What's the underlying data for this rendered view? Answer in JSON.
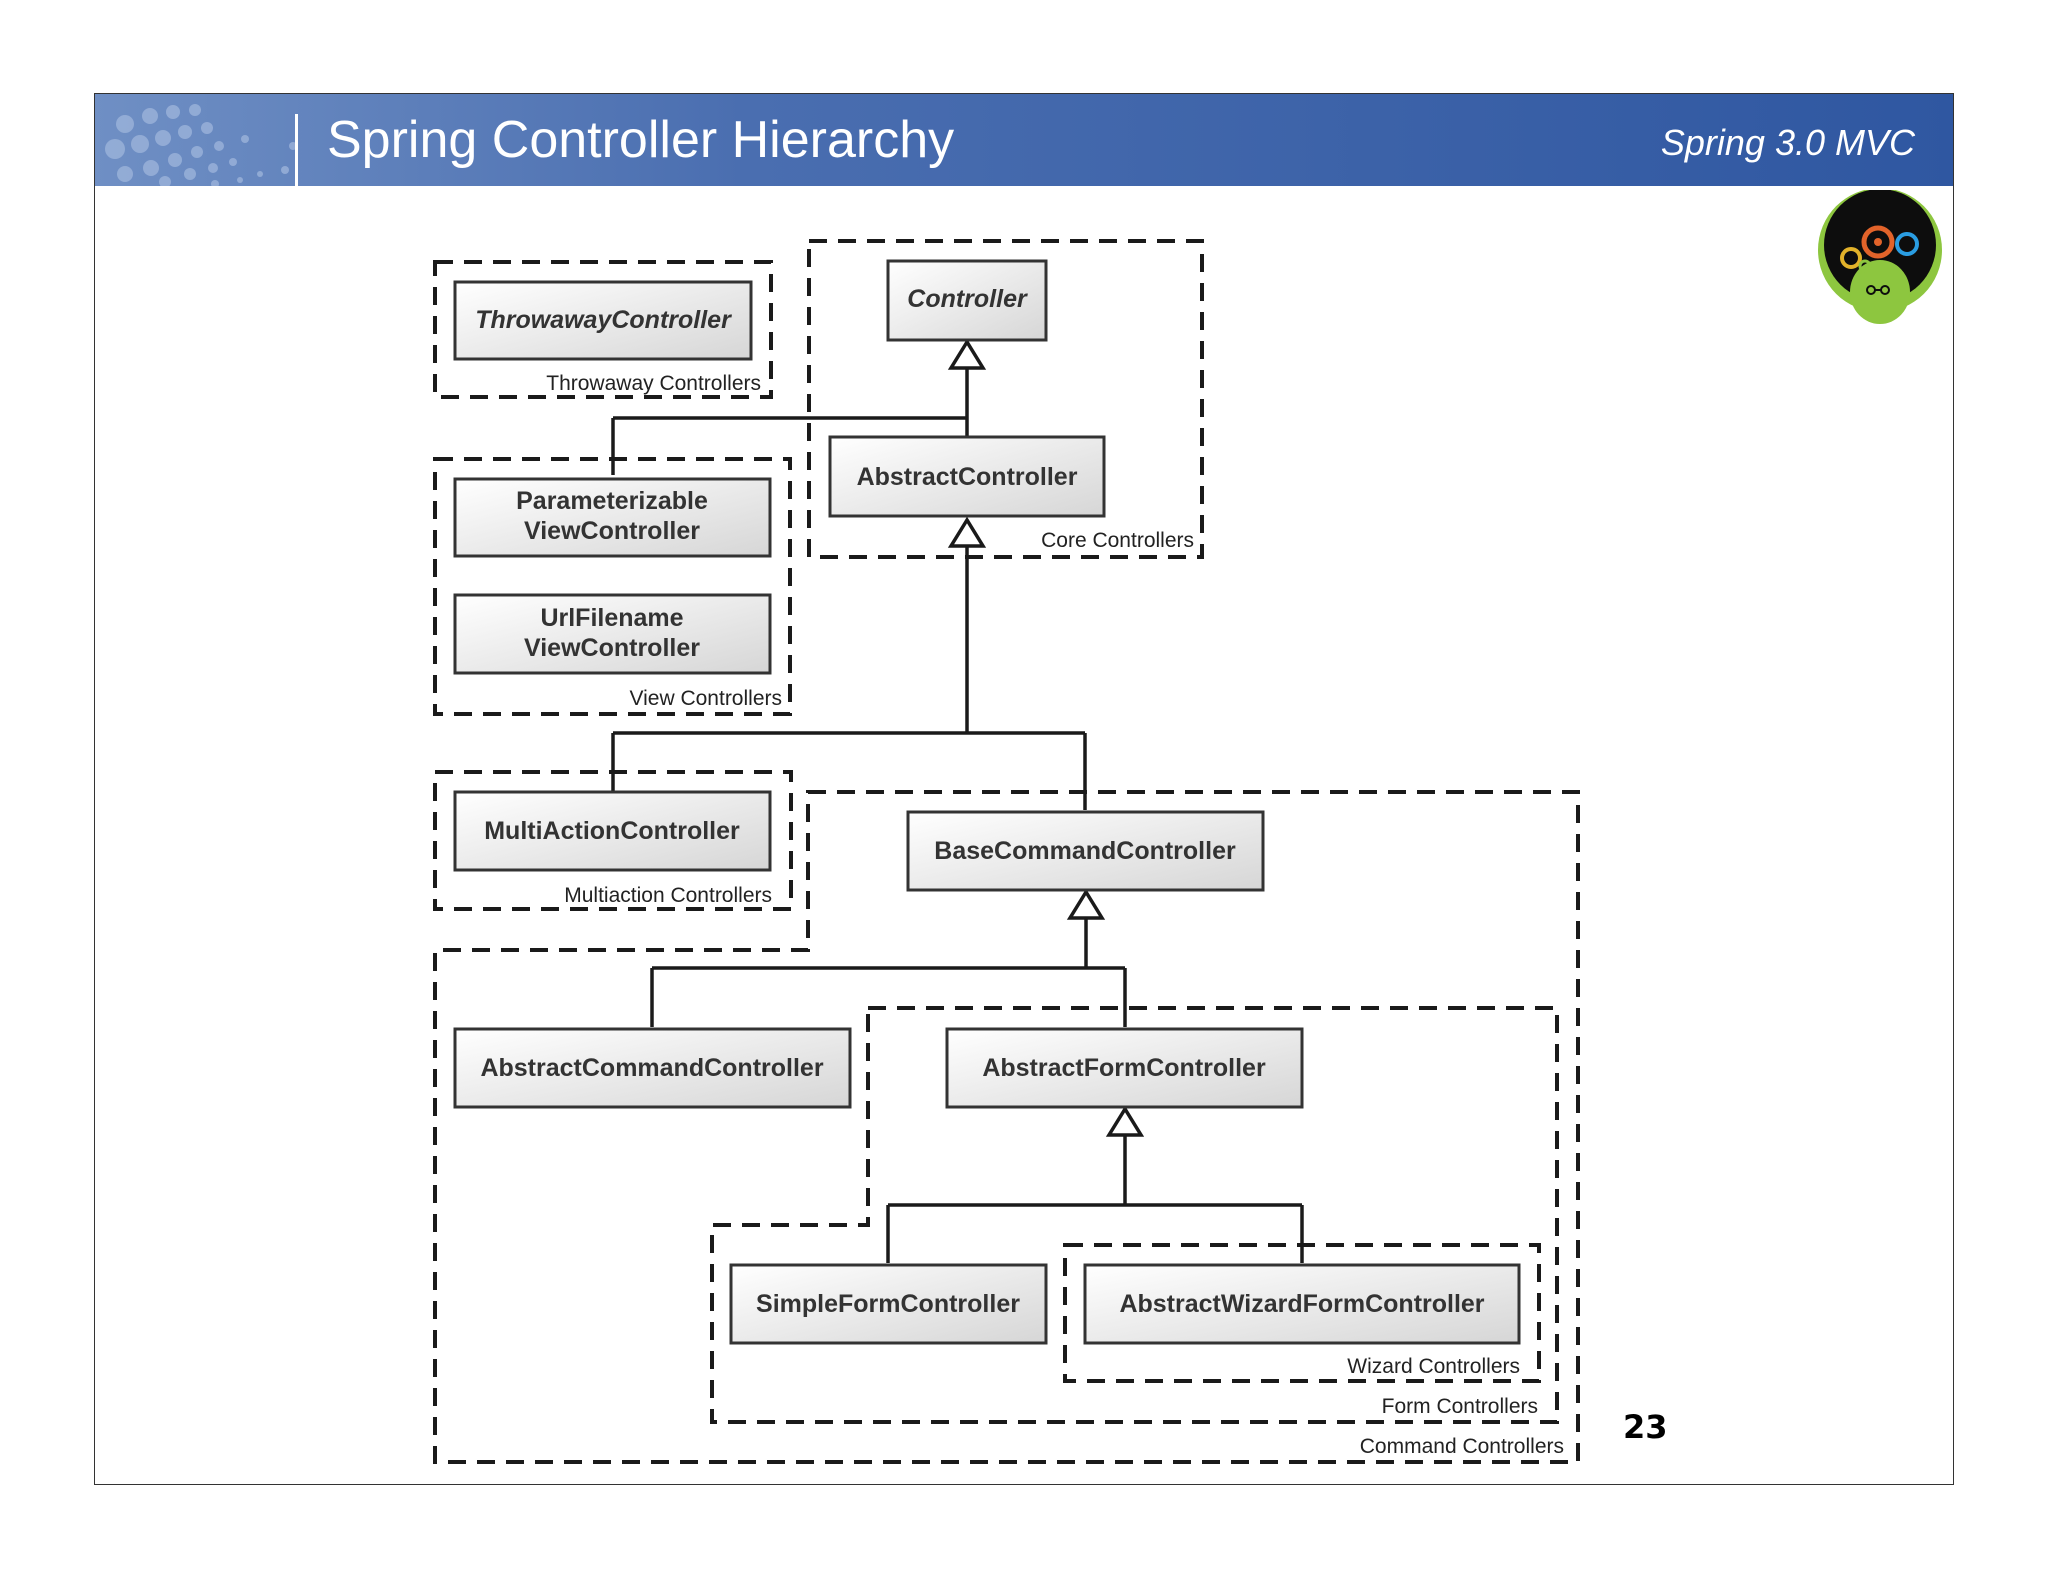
{
  "header": {
    "title": "Spring Controller Hierarchy",
    "subtitle": "Spring 3.0 MVC"
  },
  "diagram": {
    "classes": {
      "controller": "Controller",
      "abstract_controller": "AbstractController",
      "throwaway_controller": "ThrowawayController",
      "parameterizable_line1": "Parameterizable",
      "parameterizable_line2": "ViewController",
      "urlfilename_line1": "UrlFilename",
      "urlfilename_line2": "ViewController",
      "multiaction_controller": "MultiActionController",
      "base_command_controller": "BaseCommandController",
      "abstract_command_controller": "AbstractCommandController",
      "abstract_form_controller": "AbstractFormController",
      "simple_form_controller": "SimpleFormController",
      "abstract_wizard_form_controller": "AbstractWizardFormController"
    },
    "packages": {
      "throwaway": "Throwaway Controllers",
      "core": "Core Controllers",
      "view": "View Controllers",
      "multiaction": "Multiaction Controllers",
      "wizard": "Wizard Controllers",
      "form": "Form Controllers",
      "command": "Command Controllers"
    }
  },
  "page_number": "23",
  "colors": {
    "header_start": "#6f8fc4",
    "header_end": "#2f57a1",
    "box_fill_light": "#ffffff",
    "box_fill_dark": "#d8d8d8"
  },
  "icons": {
    "logo": "gears-head-logo"
  }
}
